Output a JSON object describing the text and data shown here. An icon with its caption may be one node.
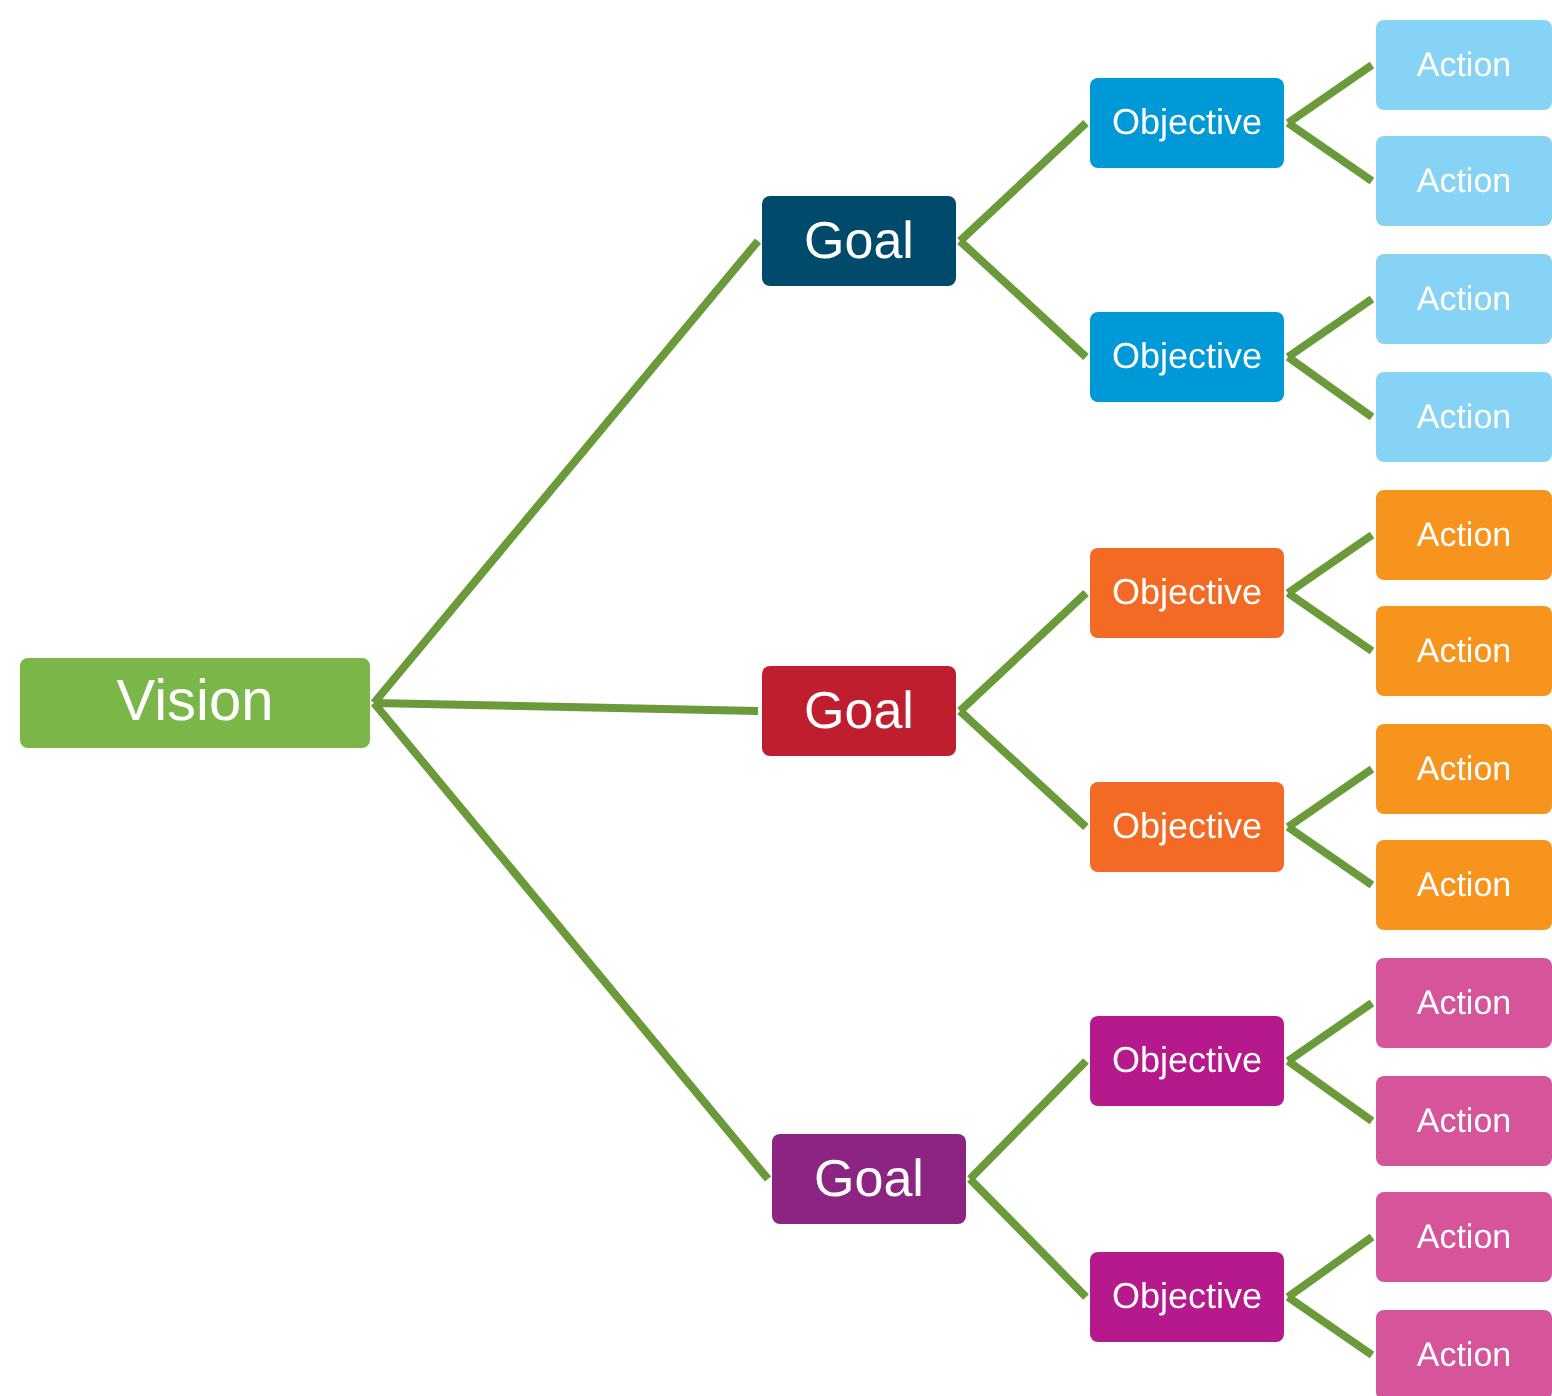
{
  "diagram": {
    "nodes": [
      {
        "text": [
          "Vision"
        ]
      },
      {
        "text": [
          "Goal"
        ]
      },
      {
        "text": [
          "Objective"
        ]
      },
      {
        "text": [
          "Action"
        ]
      },
      {
        "text": [
          "Action"
        ]
      },
      {
        "text": [
          "Objective"
        ]
      },
      {
        "text": [
          "Action"
        ]
      },
      {
        "text": [
          "Action"
        ]
      },
      {
        "text": [
          "Goal"
        ]
      },
      {
        "text": [
          "Objective"
        ]
      },
      {
        "text": [
          "Action"
        ]
      },
      {
        "text": [
          "Action"
        ]
      },
      {
        "text": [
          "Objective"
        ]
      },
      {
        "text": [
          "Action"
        ]
      },
      {
        "text": [
          "Action"
        ]
      },
      {
        "text": [
          "Goal"
        ]
      },
      {
        "text": [
          "Objective"
        ]
      },
      {
        "text": [
          "Action"
        ]
      },
      {
        "text": [
          "Action"
        ]
      },
      {
        "text": [
          "Objective"
        ]
      },
      {
        "text": [
          "Action"
        ]
      },
      {
        "text": [
          "Action"
        ]
      }
    ],
    "edges": [
      {
        "from": 0,
        "to": 1,
        "arrow": "none"
      },
      {
        "from": 0,
        "to": 8,
        "arrow": "none"
      },
      {
        "from": 0,
        "to": 15,
        "arrow": "none"
      },
      {
        "from": 1,
        "to": 2,
        "arrow": "none"
      },
      {
        "from": 1,
        "to": 5,
        "arrow": "none"
      },
      {
        "from": 2,
        "to": 3,
        "arrow": "none"
      },
      {
        "from": 2,
        "to": 4,
        "arrow": "none"
      },
      {
        "from": 5,
        "to": 6,
        "arrow": "none"
      },
      {
        "from": 5,
        "to": 7,
        "arrow": "none"
      },
      {
        "from": 8,
        "to": 9,
        "arrow": "none"
      },
      {
        "from": 8,
        "to": 12,
        "arrow": "none"
      },
      {
        "from": 9,
        "to": 10,
        "arrow": "none"
      },
      {
        "from": 9,
        "to": 11,
        "arrow": "none"
      },
      {
        "from": 12,
        "to": 13,
        "arrow": "none"
      },
      {
        "from": 12,
        "to": 14,
        "arrow": "none"
      },
      {
        "from": 15,
        "to": 16,
        "arrow": "none"
      },
      {
        "from": 15,
        "to": 19,
        "arrow": "none"
      },
      {
        "from": 16,
        "to": 17,
        "arrow": "none"
      },
      {
        "from": 16,
        "to": 18,
        "arrow": "none"
      },
      {
        "from": 19,
        "to": 20,
        "arrow": "none"
      },
      {
        "from": 19,
        "to": 21,
        "arrow": "none"
      }
    ]
  }
}
